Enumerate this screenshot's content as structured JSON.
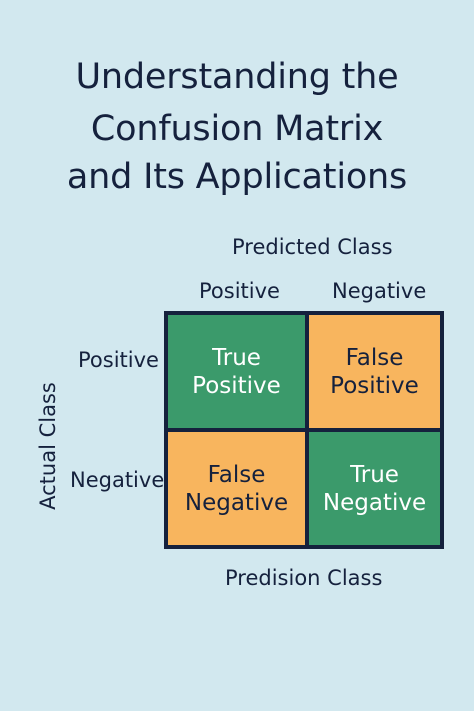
{
  "title": {
    "line1": "Understanding the",
    "line2": "Confusion Matrix",
    "line3": "and Its Applications"
  },
  "axes": {
    "predicted_label": "Predicted Class",
    "actual_label": "Actual Class",
    "bottom_label": "Predision Class",
    "col_positive": "Positive",
    "col_negative": "Negative",
    "row_positive": "Positive",
    "row_negative": "Negative"
  },
  "cells": {
    "tp": {
      "line1": "True",
      "line2": "Positive"
    },
    "fp": {
      "line1": "False",
      "line2": "Positive"
    },
    "fn": {
      "line1": "False",
      "line2": "Negative"
    },
    "tn": {
      "line1": "True",
      "line2": "Negative"
    }
  },
  "colors": {
    "background": "#d2e8ef",
    "text": "#15213d",
    "green": "#3b9a6b",
    "orange": "#f8b55e"
  }
}
